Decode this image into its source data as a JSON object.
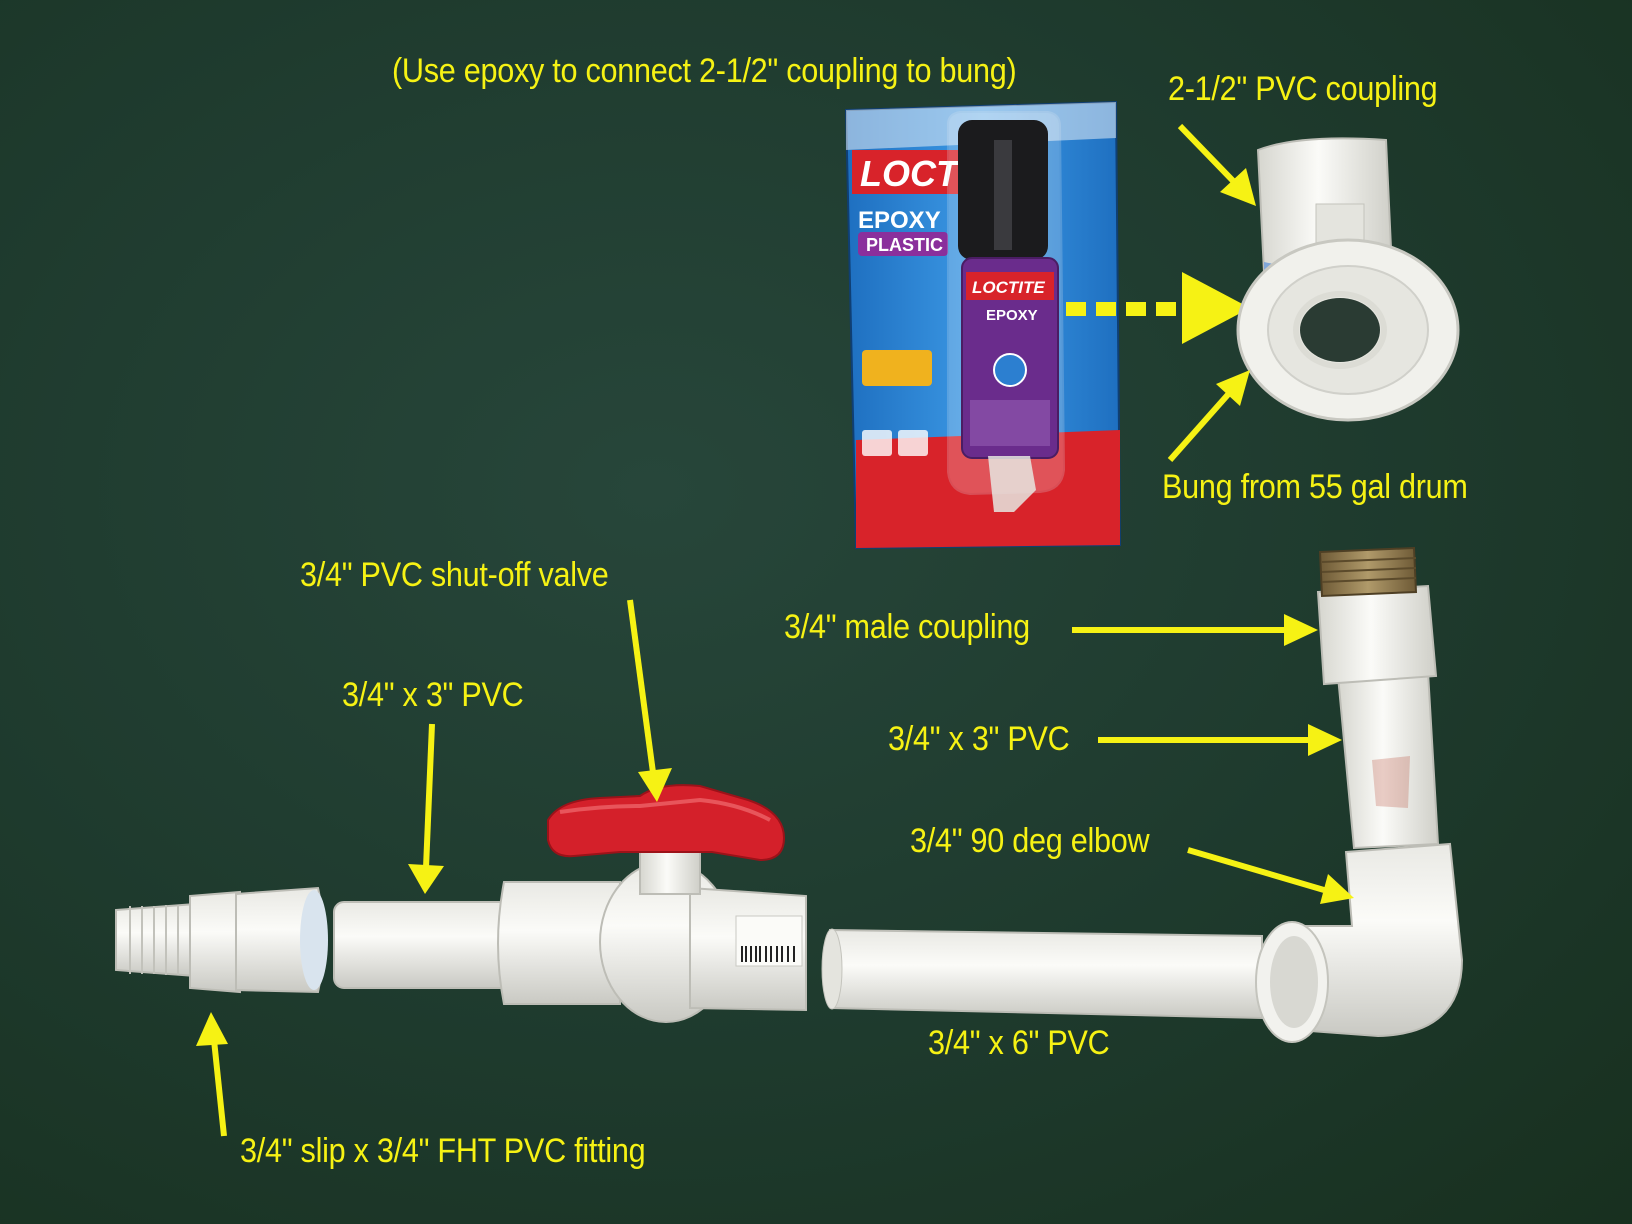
{
  "labels": {
    "epoxy_note": "(Use epoxy to connect 2-1/2\" coupling to bung)",
    "coupling_25": "2-1/2\" PVC coupling",
    "bung": "Bung from 55 gal drum",
    "shutoff_valve": "3/4\" PVC shut-off valve",
    "male_coupling": "3/4\" male coupling",
    "pvc_3in_left": "3/4\" x 3\" PVC",
    "pvc_3in_right": "3/4\" x 3\" PVC",
    "elbow": "3/4\" 90 deg elbow",
    "pvc_6in": "3/4\" x 6\" PVC",
    "fht_fitting": "3/4\" slip x 3/4\" FHT PVC fitting"
  },
  "package": {
    "brand": "LOCTITE",
    "product_line": "EPOXY",
    "product_sub": "PLASTIC",
    "tube_brand": "LOCTITE",
    "tube_product": "EPOXY"
  },
  "colors": {
    "annotation": "#f6f214",
    "background": "#1f3a2c",
    "pvc_white": "#f2f2ee",
    "valve_handle": "#d4202a",
    "package_blue": "#1f7fd0",
    "package_red": "#d8232a",
    "epoxy_purple": "#6a2c8c"
  }
}
